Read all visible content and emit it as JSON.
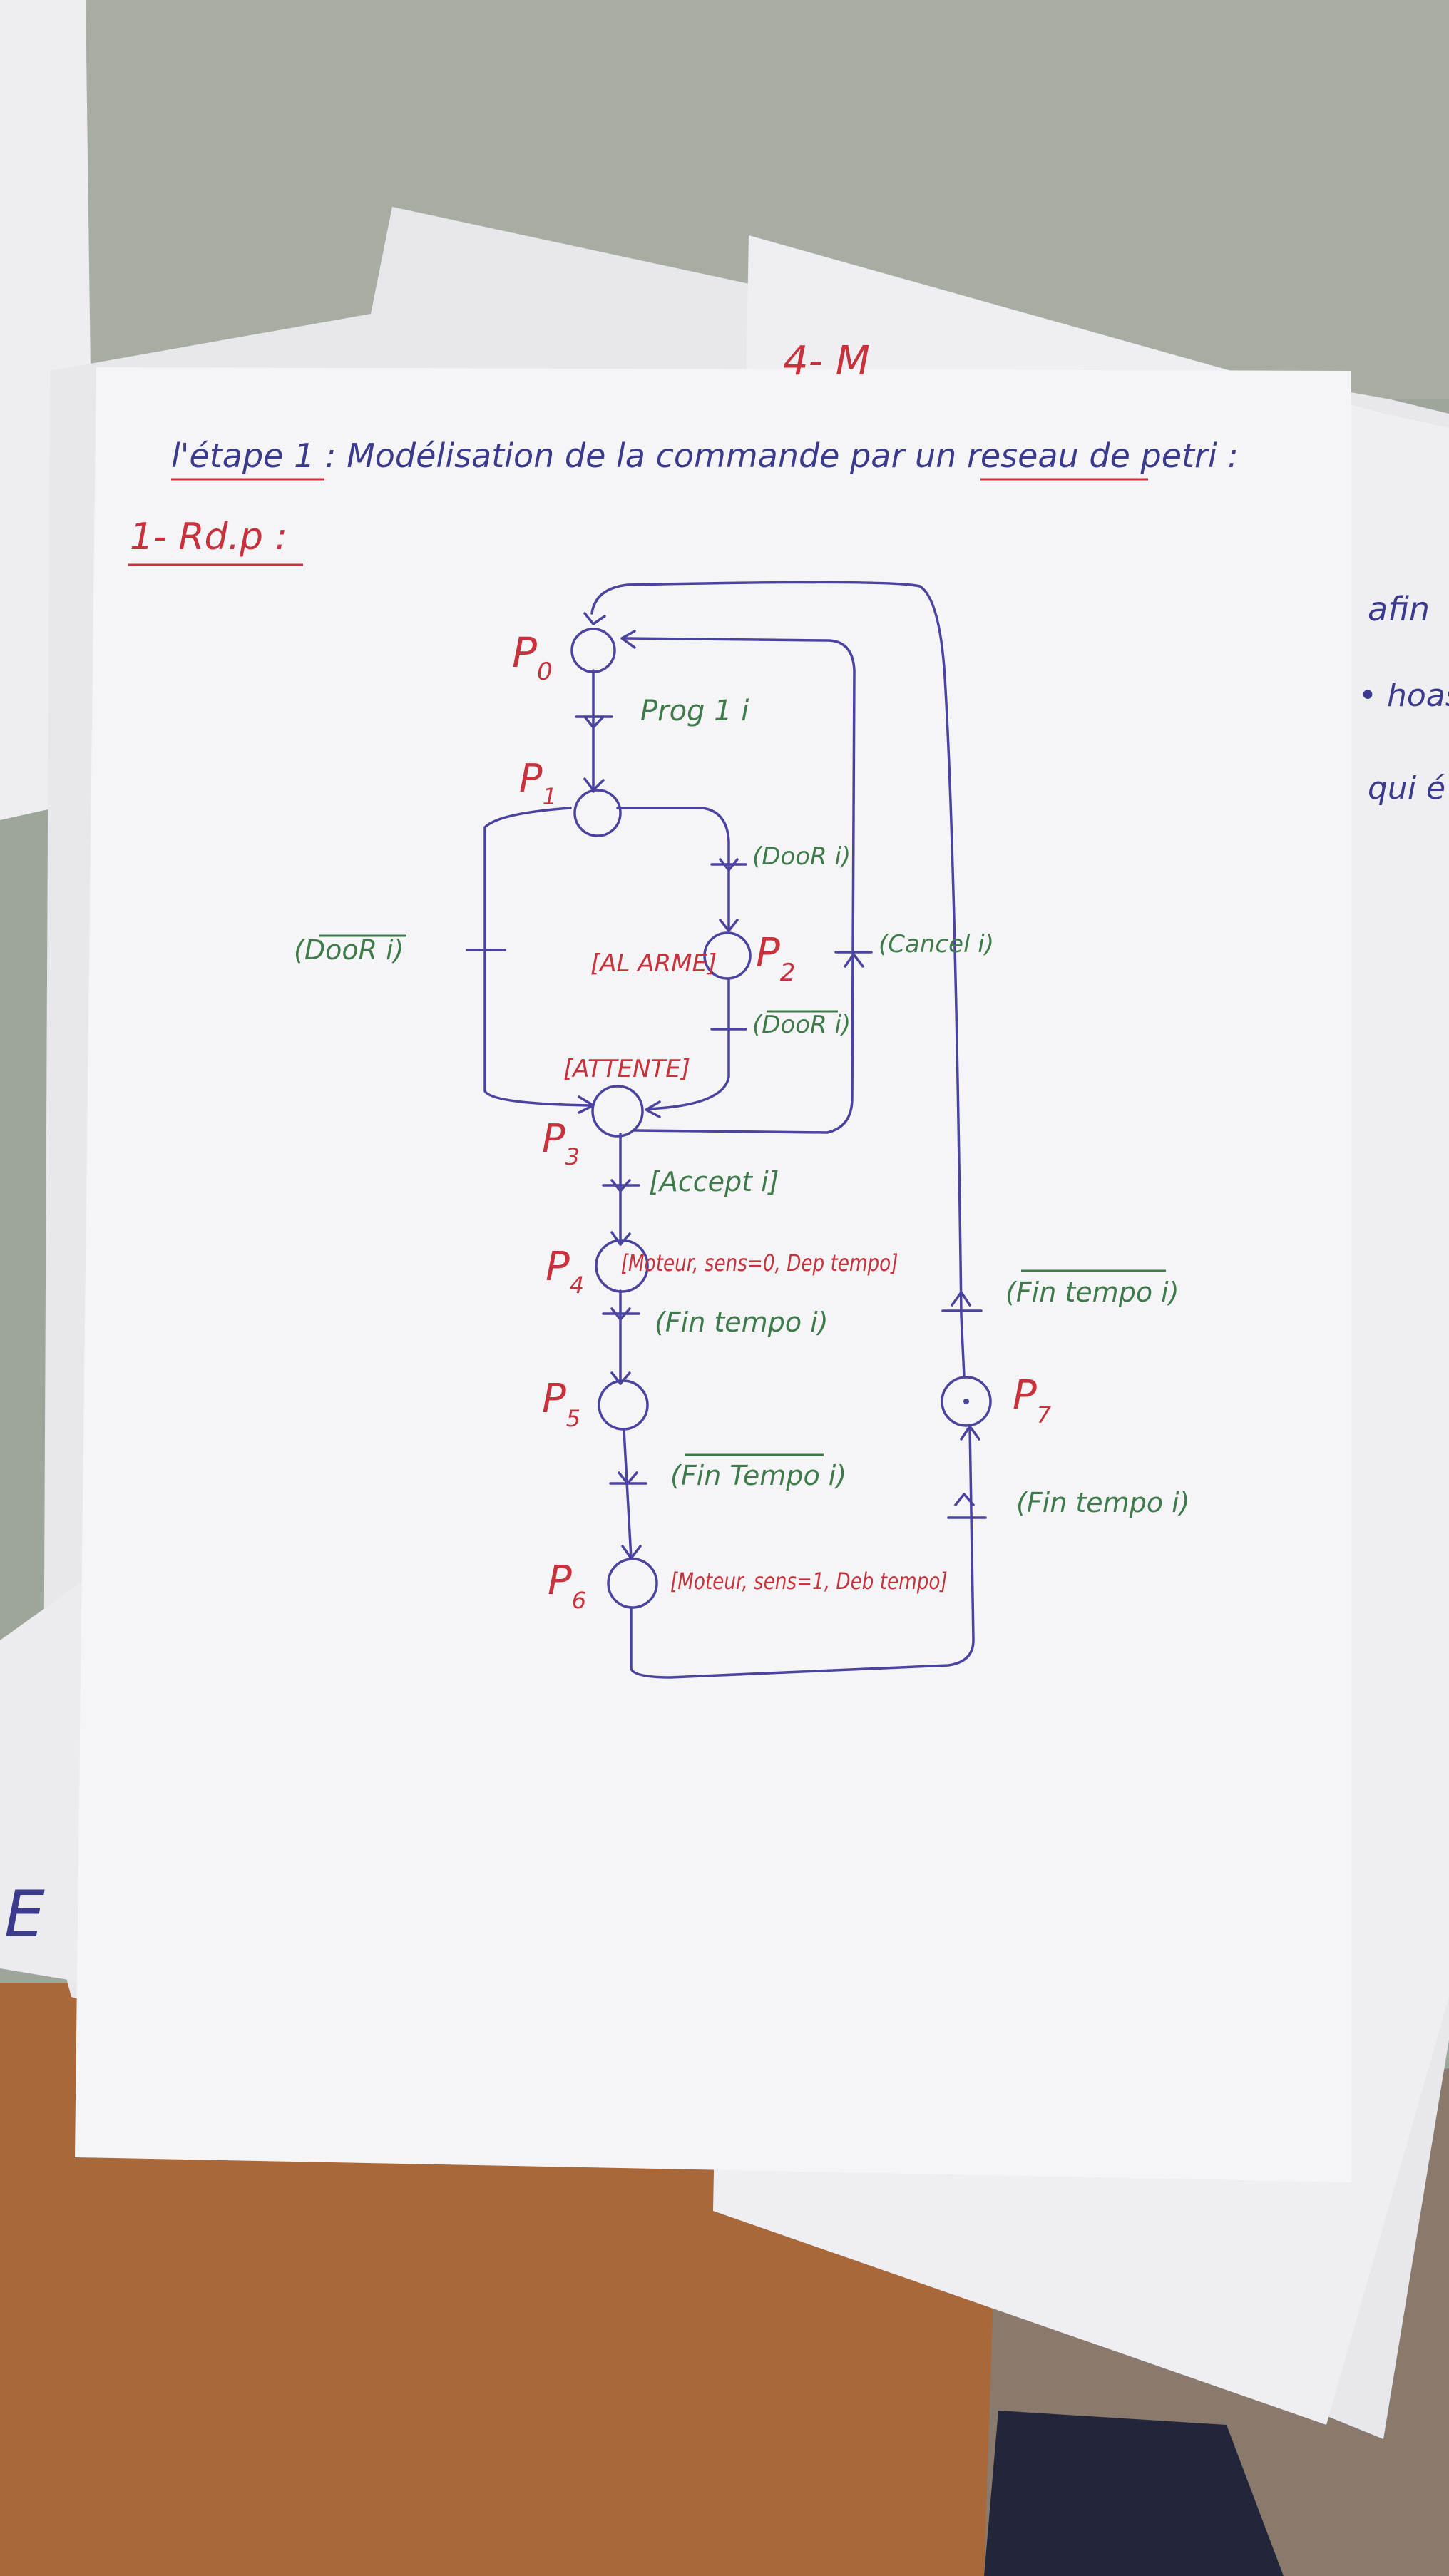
{
  "notes": {
    "header_top": "4- M",
    "title": "l'étape 1 : Modélisation de la commande par un reseau de petri :",
    "subtitle": "1- Rd.p :",
    "side_note_1": "afin",
    "side_note_2": "• hoas",
    "side_note_3": "qui é",
    "left_margin_letter": "E"
  },
  "petri": {
    "places": [
      {
        "id": "P0",
        "label": "P",
        "sub": "0",
        "action": "",
        "token": false
      },
      {
        "id": "P1",
        "label": "P",
        "sub": "1",
        "action": "",
        "token": false
      },
      {
        "id": "P2",
        "label": "P",
        "sub": "2",
        "action": "[AL ARME]",
        "token": false
      },
      {
        "id": "P3",
        "label": "P",
        "sub": "3",
        "action": "[ATTENTE]",
        "token": false
      },
      {
        "id": "P4",
        "label": "P",
        "sub": "4",
        "action": "[Moteur, sens=0, Dep tempo]",
        "token": false
      },
      {
        "id": "P5",
        "label": "P",
        "sub": "5",
        "action": "",
        "token": false
      },
      {
        "id": "P6",
        "label": "P",
        "sub": "6",
        "action": "[Moteur, sens=1, Deb tempo]",
        "token": false
      },
      {
        "id": "P7",
        "label": "P",
        "sub": "7",
        "action": "",
        "token": true
      }
    ],
    "transitions": [
      {
        "id": "t01",
        "condition": "Prog 1 i",
        "overline": false
      },
      {
        "id": "t12",
        "condition": "(DooR i)",
        "overline": false
      },
      {
        "id": "t13",
        "condition": "(DooR i)",
        "overline": true
      },
      {
        "id": "t23",
        "condition": "(DooR i)",
        "overline": true
      },
      {
        "id": "t30",
        "condition": "(Cancel i)",
        "overline": false
      },
      {
        "id": "t34",
        "condition": "[Accept i]",
        "overline": false
      },
      {
        "id": "t45",
        "condition": "(Fin tempo i)",
        "overline": false
      },
      {
        "id": "t56",
        "condition": "(Fin Tempo i)",
        "overline": true
      },
      {
        "id": "t67",
        "condition": "(Fin tempo i)",
        "overline": false
      },
      {
        "id": "t70",
        "condition": "(Fin tempo i)",
        "overline": true
      }
    ]
  },
  "colors": {
    "ink_blue": "#4a43a0",
    "ink_red": "#c8323c",
    "ink_green": "#3e7a4a",
    "paper": "#f4f4f6",
    "wall": "#9aa39a",
    "desk": "#a66a3c"
  }
}
